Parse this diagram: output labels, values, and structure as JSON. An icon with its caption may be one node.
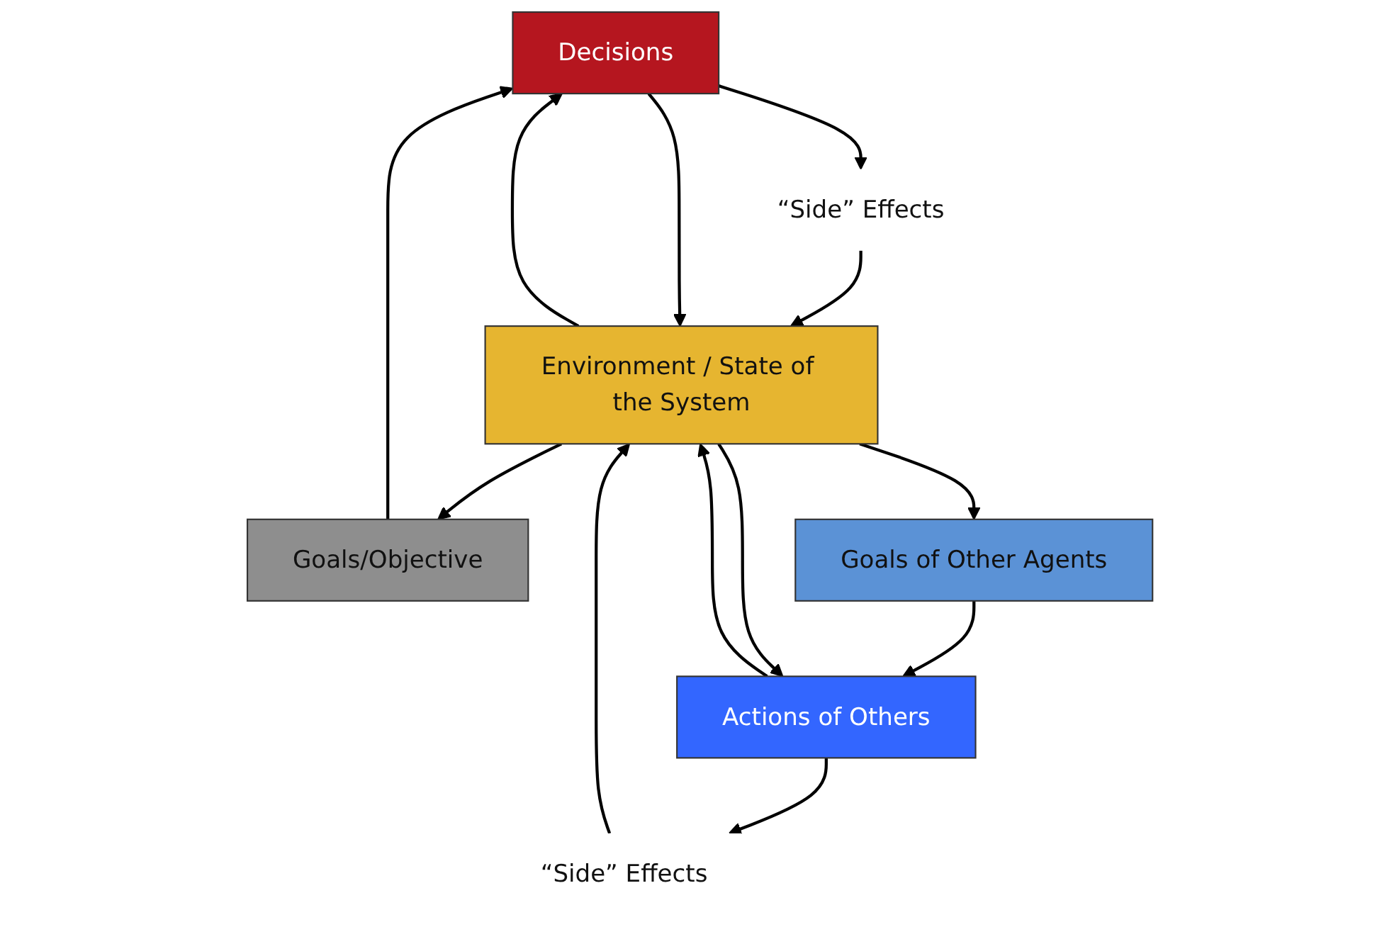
{
  "diagram": {
    "nodes": [
      {
        "text": [
          "Decisions"
        ]
      },
      {
        "text": [
          "Goals/Objective"
        ]
      },
      {
        "text": [
          "“Side” Effects"
        ]
      },
      {
        "text": [
          "Environment / State of the System"
        ]
      },
      {
        "text": [
          "Goals of Other Agents"
        ]
      },
      {
        "text": [
          "“Side” Effects"
        ]
      },
      {
        "text": [
          "Actions of Others"
        ]
      }
    ],
    "edges": [
      {
        "from": 1,
        "to": 0,
        "arrow": "to"
      },
      {
        "from": 3,
        "to": 1,
        "arrow": "to"
      },
      {
        "from": 3,
        "to": 0,
        "arrow": "to"
      },
      {
        "from": 0,
        "to": 2,
        "arrow": "to"
      },
      {
        "from": 2,
        "to": 3,
        "arrow": "to"
      },
      {
        "from": 0,
        "to": 3,
        "arrow": "to"
      },
      {
        "from": 3,
        "to": 4,
        "arrow": "to"
      },
      {
        "from": 4,
        "to": 6,
        "arrow": "to"
      },
      {
        "from": 3,
        "to": 6,
        "arrow": "to"
      },
      {
        "from": 6,
        "to": 5,
        "arrow": "to"
      },
      {
        "from": 5,
        "to": 3,
        "arrow": "to"
      },
      {
        "from": 6,
        "to": 3,
        "arrow": "to"
      }
    ]
  }
}
